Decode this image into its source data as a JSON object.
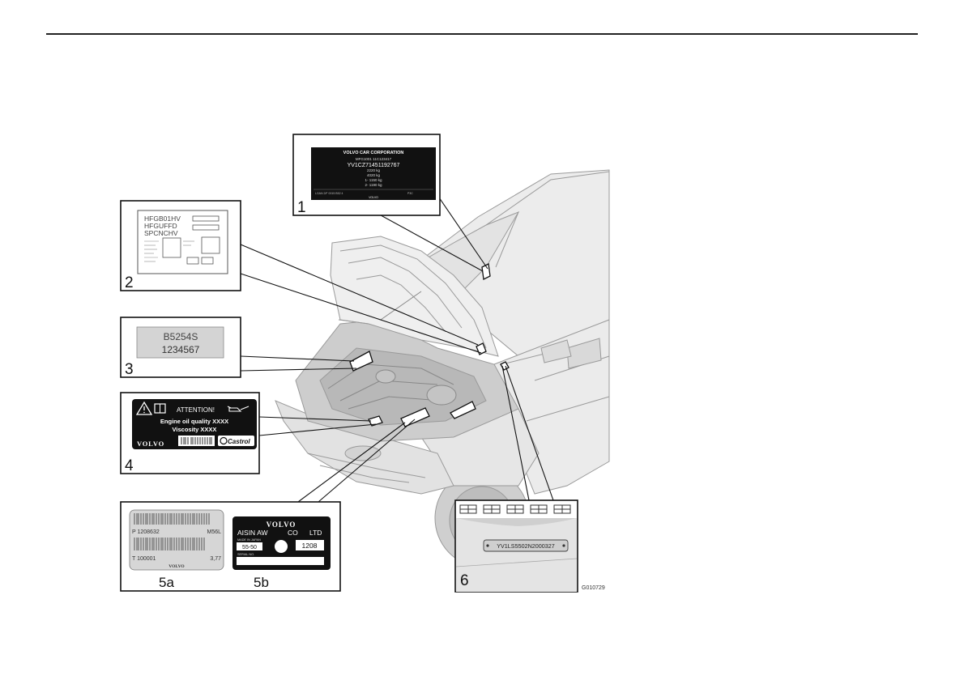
{
  "labels": {
    "n1": "1",
    "n2": "2",
    "n3": "3",
    "n4": "4",
    "n5a": "5a",
    "n5b": "5b",
    "n6": "6"
  },
  "label1": {
    "title": "VOLVO CAR CORPORATION",
    "line1": "MFG1001 11C123417",
    "vin": "YV1CZ71451192767",
    "w1": "2220 kg",
    "w2": "4020 kg",
    "w3": "1- 1150 kg",
    "w4": "2- 1190 kg",
    "footer_left": "LGAN 2/F 0015 B52 4",
    "footer_mid": "P3C",
    "footer_logo": "VOLVO"
  },
  "label2": {
    "line1": "HFGB01HV",
    "line2": "HFGUFFD",
    "line3": "SPCNCHV"
  },
  "label3": {
    "engine_type": "B5254S",
    "engine_number": "1234567"
  },
  "label4": {
    "attention": "ATTENTION!",
    "oil_quality": "Engine oil quality XXXX",
    "viscosity": "Viscosity XXXX",
    "brand": "VOLVO",
    "oil_brand": "Castrol"
  },
  "label5a": {
    "p_number": "P 1208632",
    "code": "M56L",
    "t_number": "T 100001",
    "ratio": "3,77",
    "brand": "VOLVO"
  },
  "label5b": {
    "brand": "VOLVO",
    "maker_a": "AISIN AW",
    "maker_b": "CO",
    "maker_c": "LTD",
    "made_in": "MADE IN JAPAN",
    "model": "55-50",
    "serial": "1208",
    "serial_label": "SERIAL NO."
  },
  "label6": {
    "vin": "YV1LS5502N2000327"
  },
  "figure_code": "G010729"
}
